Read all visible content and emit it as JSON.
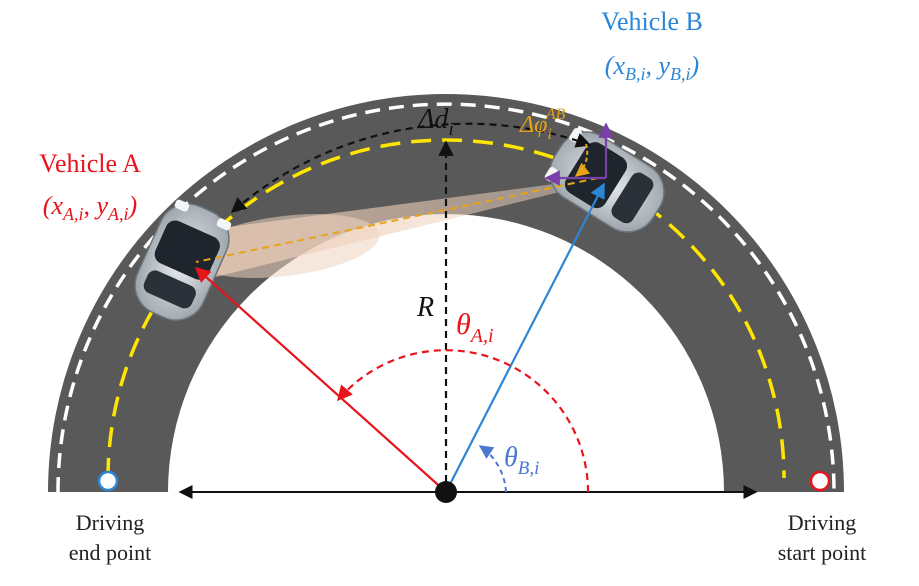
{
  "vehicle_a": {
    "title": "Vehicle A",
    "coord": "(x",
    "sub1": "A,i",
    "sep": ", y",
    "sub2": "A,i",
    "close": ")"
  },
  "vehicle_b": {
    "title": "Vehicle B",
    "coord": "(x",
    "sub1": "B,i",
    "sep": ", y",
    "sub2": "B,i",
    "close": ")"
  },
  "delta_d": {
    "main": "Δd",
    "sub": "i"
  },
  "delta_phi": {
    "main": "Δφ",
    "sub": "i",
    "sup": "AB"
  },
  "radius": "R",
  "theta_a": {
    "main": "θ",
    "sub": "A,i"
  },
  "theta_b": {
    "main": "θ",
    "sub": "B,i"
  },
  "end_point": {
    "line1": "Driving",
    "line2": "end point"
  },
  "start_point": {
    "line1": "Driving",
    "line2": "start point"
  },
  "colors": {
    "road": "#595959",
    "lane_white": "#ffffff",
    "lane_yellow": "#ffe600",
    "vehicle_a": "#e8141c",
    "vehicle_b": "#2b86d6",
    "angle_a": "#e8141c",
    "angle_b": "#4a78d0",
    "delta_phi": "#e8a317",
    "heading": "#7a3fa8",
    "black": "#111111"
  }
}
